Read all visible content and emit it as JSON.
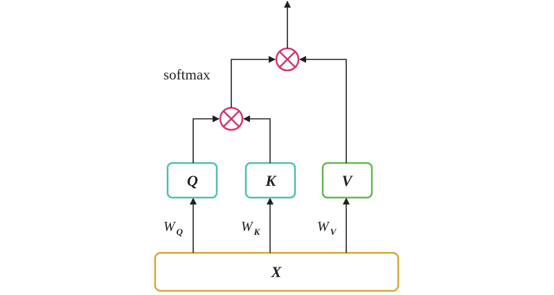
{
  "diagram": {
    "input": {
      "label": "X",
      "color": "#d9a62e"
    },
    "weights": {
      "q": {
        "symbol": "W",
        "sub": "Q"
      },
      "k": {
        "symbol": "W",
        "sub": "K"
      },
      "v": {
        "symbol": "W",
        "sub": "V"
      }
    },
    "boxes": {
      "q": {
        "label": "Q",
        "color": "#4bbfb0"
      },
      "k": {
        "label": "K",
        "color": "#4bbfb0"
      },
      "v": {
        "label": "V",
        "color": "#5fb94a"
      }
    },
    "softmax_label": "softmax",
    "operator_color": "#d6336c"
  }
}
